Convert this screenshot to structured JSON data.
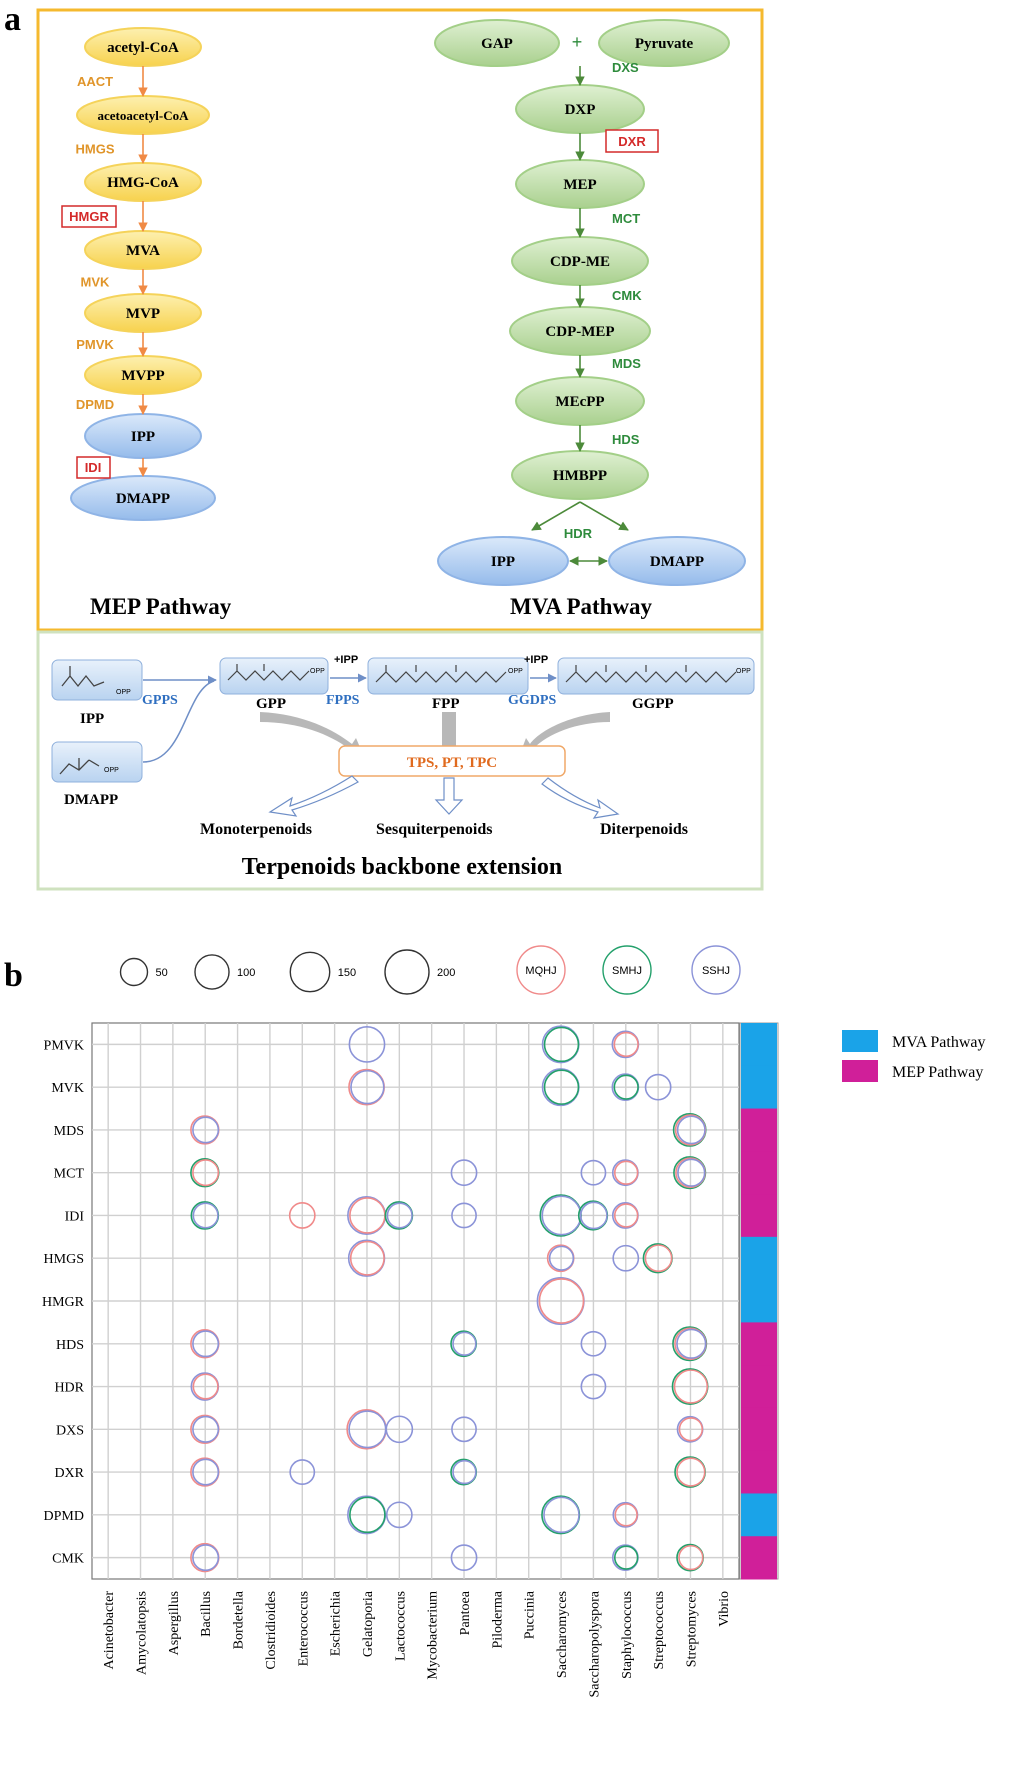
{
  "panel_a": {
    "panel_label": "a",
    "colors": {
      "frame": "#f5b92e",
      "yellow_node": "#fbe27a",
      "green_node": "#bcdca7",
      "blue_node": "#a9c9ef",
      "orange_enzyme": "#e0952a",
      "green_enzyme": "#2e8b3c",
      "highlight_red": "#d42a2a",
      "mep_arrow": "#f08a45",
      "mva_arrow": "#4c8a3a"
    },
    "left_pathway": {
      "title": "MEP Pathway",
      "nodes": [
        "acetyl-CoA",
        "acetoacetyl-CoA",
        "HMG-CoA",
        "MVA",
        "MVP",
        "MVPP",
        "IPP",
        "DMAPP"
      ],
      "enzymes": [
        "AACT",
        "HMGS",
        "HMGR",
        "MVK",
        "PMVK",
        "DPMD",
        "IDI"
      ],
      "highlighted": [
        "HMGR",
        "IDI"
      ]
    },
    "right_pathway": {
      "title": "MVA Pathway",
      "plus": "+",
      "nodes": [
        "GAP",
        "Pyruvate",
        "DXP",
        "MEP",
        "CDP-ME",
        "CDP-MEP",
        "MEcPP",
        "HMBPP",
        "IPP",
        "DMAPP"
      ],
      "enzymes": [
        "DXS",
        "DXR",
        "MCT",
        "CMK",
        "MDS",
        "HDS",
        "HDR"
      ],
      "highlighted": [
        "DXR"
      ]
    },
    "extension": {
      "title": "Terpenoids backbone extension",
      "molecules": [
        "IPP",
        "DMAPP",
        "GPP",
        "FPP",
        "GGPP"
      ],
      "enzymes": [
        "GPPS",
        "FPPS",
        "GGDPS"
      ],
      "plus_ipp": "+IPP",
      "opp": "OPP",
      "center_box": "TPS, PT, TPC",
      "products": [
        "Monoterpenoids",
        "Sesquiterpenoids",
        "Diterpenoids"
      ]
    }
  },
  "panel_b": {
    "panel_label": "b",
    "size_legend": [
      {
        "label": "50",
        "value": 50
      },
      {
        "label": "100",
        "value": 100
      },
      {
        "label": "150",
        "value": 150
      },
      {
        "label": "200",
        "value": 200
      }
    ],
    "group_legend": [
      {
        "label": "MQHJ",
        "color": "#f08a8a"
      },
      {
        "label": "SMHJ",
        "color": "#23a06b"
      },
      {
        "label": "SSHJ",
        "color": "#8b93d8"
      }
    ],
    "pathway_legend": [
      {
        "label": "MVA Pathway",
        "color": "#1aa3e8"
      },
      {
        "label": "MEP Pathway",
        "color": "#d01f99"
      }
    ]
  },
  "chart_data": {
    "type": "scatter",
    "kind": "bubble matrix",
    "rows": [
      "PMVK",
      "MVK",
      "MDS",
      "MCT",
      "IDI",
      "HMGS",
      "HMGR",
      "HDS",
      "HDR",
      "DXS",
      "DXR",
      "DPMD",
      "CMK"
    ],
    "row_pathway": [
      "MVA Pathway",
      "MVA Pathway",
      "MEP Pathway",
      "MEP Pathway",
      "MEP Pathway",
      "MVA Pathway",
      "MVA Pathway",
      "MEP Pathway",
      "MEP Pathway",
      "MEP Pathway",
      "MEP Pathway",
      "MVA Pathway",
      "MEP Pathway"
    ],
    "columns": [
      "Acinetobacter",
      "Amycolatopsis",
      "Aspergillus",
      "Bacillus",
      "Bordetella",
      "Clostridioides",
      "Enterococcus",
      "Escherichia",
      "Gelatoporia",
      "Lactococcus",
      "Mycobacterium",
      "Pantoea",
      "Piloderma",
      "Puccinia",
      "Saccharomyces",
      "Saccharopolyspora",
      "Staphylococcus",
      "Streptococcus",
      "Streptomyces",
      "Vibrio"
    ],
    "grid": true,
    "size_legend_values": [
      50,
      100,
      150,
      200
    ],
    "points": [
      {
        "row": "PMVK",
        "col": "Gelatoporia",
        "size": 110,
        "groups": [
          "SSHJ"
        ]
      },
      {
        "row": "PMVK",
        "col": "Saccharomyces",
        "size": 120,
        "groups": [
          "SSHJ",
          "SMHJ"
        ]
      },
      {
        "row": "PMVK",
        "col": "Staphylococcus",
        "size": 45,
        "groups": [
          "SSHJ",
          "MQHJ"
        ]
      },
      {
        "row": "MVK",
        "col": "Gelatoporia",
        "size": 110,
        "groups": [
          "MQHJ",
          "SSHJ"
        ]
      },
      {
        "row": "MVK",
        "col": "Saccharomyces",
        "size": 120,
        "groups": [
          "SSHJ",
          "SMHJ"
        ]
      },
      {
        "row": "MVK",
        "col": "Staphylococcus",
        "size": 45,
        "groups": [
          "SSHJ",
          "SMHJ"
        ]
      },
      {
        "row": "MVK",
        "col": "Streptococcus",
        "size": 40,
        "groups": [
          "SSHJ"
        ]
      },
      {
        "row": "MDS",
        "col": "Bacillus",
        "size": 55,
        "groups": [
          "MQHJ",
          "SSHJ"
        ]
      },
      {
        "row": "MDS",
        "col": "Streptomyces",
        "size": 85,
        "groups": [
          "SMHJ",
          "MQHJ",
          "SSHJ"
        ]
      },
      {
        "row": "MCT",
        "col": "Bacillus",
        "size": 55,
        "groups": [
          "SMHJ",
          "MQHJ"
        ]
      },
      {
        "row": "MCT",
        "col": "Pantoea",
        "size": 40,
        "groups": [
          "SSHJ"
        ]
      },
      {
        "row": "MCT",
        "col": "Saccharopolyspora",
        "size": 35,
        "groups": [
          "SSHJ"
        ]
      },
      {
        "row": "MCT",
        "col": "Staphylococcus",
        "size": 40,
        "groups": [
          "SSHJ",
          "MQHJ"
        ]
      },
      {
        "row": "MCT",
        "col": "Streptomyces",
        "size": 80,
        "groups": [
          "SMHJ",
          "MQHJ",
          "SSHJ"
        ]
      },
      {
        "row": "IDI",
        "col": "Bacillus",
        "size": 50,
        "groups": [
          "SMHJ",
          "SSHJ"
        ]
      },
      {
        "row": "IDI",
        "col": "Enterococcus",
        "size": 40,
        "groups": [
          "MQHJ"
        ]
      },
      {
        "row": "IDI",
        "col": "Gelatoporia",
        "size": 130,
        "groups": [
          "SSHJ",
          "MQHJ"
        ]
      },
      {
        "row": "IDI",
        "col": "Lactococcus",
        "size": 50,
        "groups": [
          "SMHJ",
          "SSHJ"
        ]
      },
      {
        "row": "IDI",
        "col": "Pantoea",
        "size": 35,
        "groups": [
          "SSHJ"
        ]
      },
      {
        "row": "IDI",
        "col": "Saccharomyces",
        "size": 165,
        "groups": [
          "SMHJ",
          "SSHJ"
        ]
      },
      {
        "row": "IDI",
        "col": "Saccharopolyspora",
        "size": 60,
        "groups": [
          "SMHJ",
          "SSHJ"
        ]
      },
      {
        "row": "IDI",
        "col": "Staphylococcus",
        "size": 40,
        "groups": [
          "SSHJ",
          "MQHJ"
        ]
      },
      {
        "row": "HMGS",
        "col": "Gelatoporia",
        "size": 115,
        "groups": [
          "SSHJ",
          "MQHJ"
        ]
      },
      {
        "row": "HMGS",
        "col": "Saccharomyces",
        "size": 45,
        "groups": [
          "MQHJ",
          "SSHJ"
        ]
      },
      {
        "row": "HMGS",
        "col": "Staphylococcus",
        "size": 40,
        "groups": [
          "SSHJ"
        ]
      },
      {
        "row": "HMGS",
        "col": "Streptococcus",
        "size": 60,
        "groups": [
          "SMHJ",
          "MQHJ"
        ]
      },
      {
        "row": "HMGR",
        "col": "Saccharomyces",
        "size": 230,
        "groups": [
          "SSHJ",
          "MQHJ"
        ]
      },
      {
        "row": "HDS",
        "col": "Bacillus",
        "size": 55,
        "groups": [
          "MQHJ",
          "SSHJ"
        ]
      },
      {
        "row": "HDS",
        "col": "Pantoea",
        "size": 40,
        "groups": [
          "SMHJ",
          "SSHJ"
        ]
      },
      {
        "row": "HDS",
        "col": "Saccharopolyspora",
        "size": 35,
        "groups": [
          "SSHJ"
        ]
      },
      {
        "row": "HDS",
        "col": "Streptomyces",
        "size": 95,
        "groups": [
          "SMHJ",
          "MQHJ",
          "SSHJ"
        ]
      },
      {
        "row": "HDR",
        "col": "Bacillus",
        "size": 50,
        "groups": [
          "SSHJ",
          "MQHJ"
        ]
      },
      {
        "row": "HDR",
        "col": "Saccharopolyspora",
        "size": 35,
        "groups": [
          "SSHJ"
        ]
      },
      {
        "row": "HDR",
        "col": "Streptomyces",
        "size": 110,
        "groups": [
          "SMHJ",
          "MQHJ"
        ]
      },
      {
        "row": "DXS",
        "col": "Bacillus",
        "size": 55,
        "groups": [
          "MQHJ",
          "SSHJ"
        ]
      },
      {
        "row": "DXS",
        "col": "Gelatoporia",
        "size": 145,
        "groups": [
          "MQHJ",
          "SSHJ"
        ]
      },
      {
        "row": "DXS",
        "col": "Lactococcus",
        "size": 45,
        "groups": [
          "SSHJ"
        ]
      },
      {
        "row": "DXS",
        "col": "Pantoea",
        "size": 35,
        "groups": [
          "SSHJ"
        ]
      },
      {
        "row": "DXS",
        "col": "Streptomyces",
        "size": 40,
        "groups": [
          "SSHJ",
          "MQHJ"
        ]
      },
      {
        "row": "DXR",
        "col": "Bacillus",
        "size": 55,
        "groups": [
          "MQHJ",
          "SSHJ"
        ]
      },
      {
        "row": "DXR",
        "col": "Enterococcus",
        "size": 35,
        "groups": [
          "SSHJ"
        ]
      },
      {
        "row": "DXR",
        "col": "Pantoea",
        "size": 40,
        "groups": [
          "SMHJ",
          "SSHJ"
        ]
      },
      {
        "row": "DXR",
        "col": "Streptomyces",
        "size": 70,
        "groups": [
          "SMHJ",
          "MQHJ"
        ]
      },
      {
        "row": "DPMD",
        "col": "Gelatoporia",
        "size": 130,
        "groups": [
          "SSHJ",
          "SMHJ"
        ]
      },
      {
        "row": "DPMD",
        "col": "Lactococcus",
        "size": 40,
        "groups": [
          "SSHJ"
        ]
      },
      {
        "row": "DPMD",
        "col": "Saccharomyces",
        "size": 130,
        "groups": [
          "SMHJ",
          "SSHJ"
        ]
      },
      {
        "row": "DPMD",
        "col": "Staphylococcus",
        "size": 35,
        "groups": [
          "SSHJ",
          "MQHJ"
        ]
      },
      {
        "row": "CMK",
        "col": "Bacillus",
        "size": 55,
        "groups": [
          "MQHJ",
          "SSHJ"
        ]
      },
      {
        "row": "CMK",
        "col": "Pantoea",
        "size": 40,
        "groups": [
          "SSHJ"
        ]
      },
      {
        "row": "CMK",
        "col": "Staphylococcus",
        "size": 40,
        "groups": [
          "SSHJ",
          "SMHJ"
        ]
      },
      {
        "row": "CMK",
        "col": "Streptomyces",
        "size": 45,
        "groups": [
          "SMHJ",
          "MQHJ"
        ]
      }
    ]
  }
}
